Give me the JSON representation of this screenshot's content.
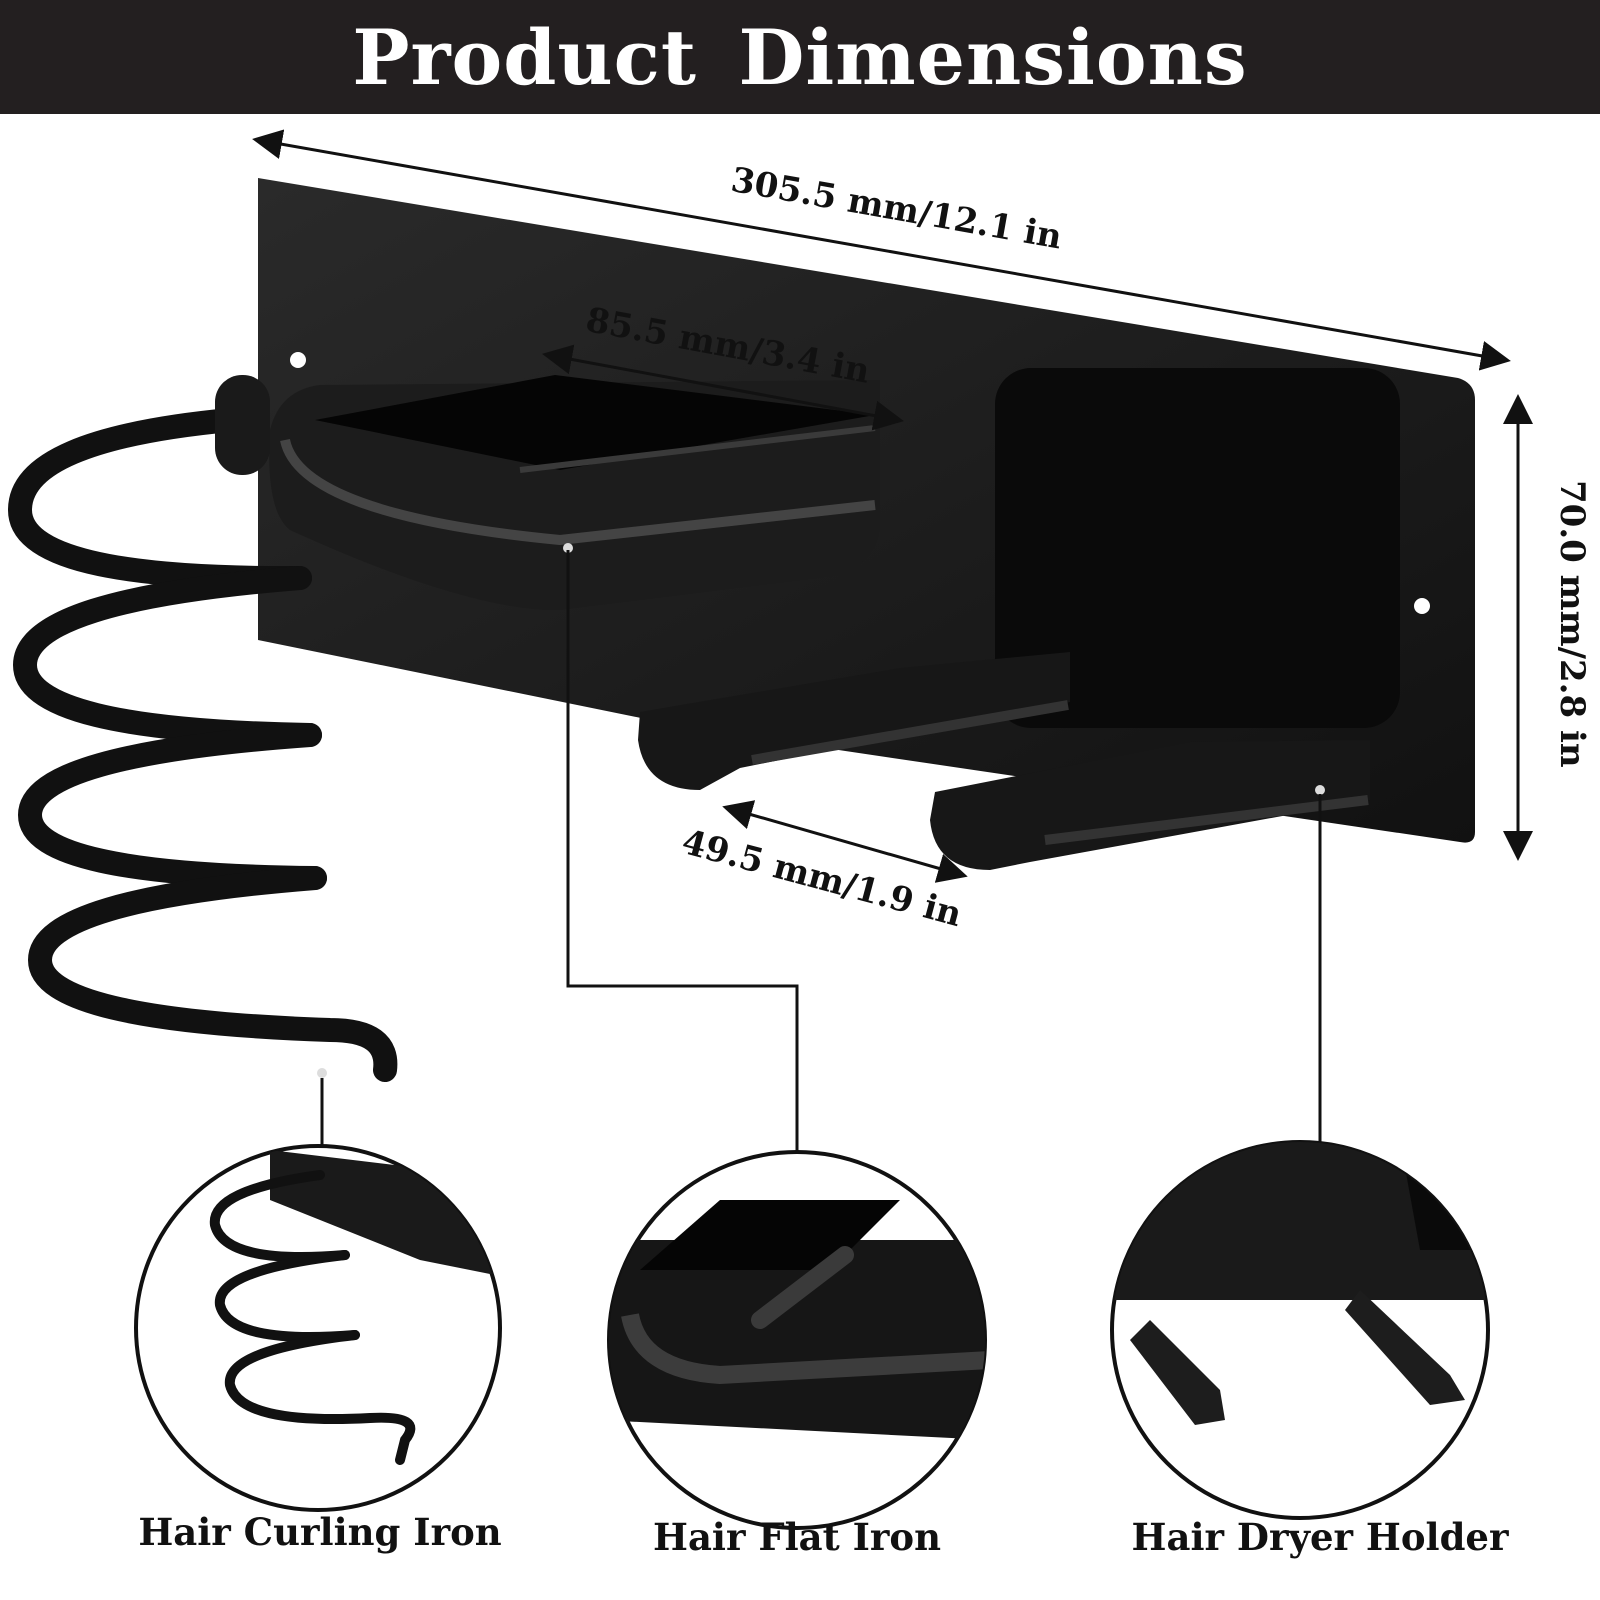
{
  "header": {
    "title": "Product Dimensions"
  },
  "dimensions": {
    "total_length": "305.5 mm/12.1 in",
    "tray_width": "85.5 mm/3.4 in",
    "hook_spacing": "49.5 mm/1.9 in",
    "height": "70.0 mm/2.8 in"
  },
  "captions": {
    "curling": "Hair Curling Iron",
    "flat": "Hair Flat Iron",
    "dryer": "Hair Dryer Holder"
  },
  "colors": {
    "banner": "#231f20",
    "product": "#141414",
    "background": "#ffffff"
  }
}
